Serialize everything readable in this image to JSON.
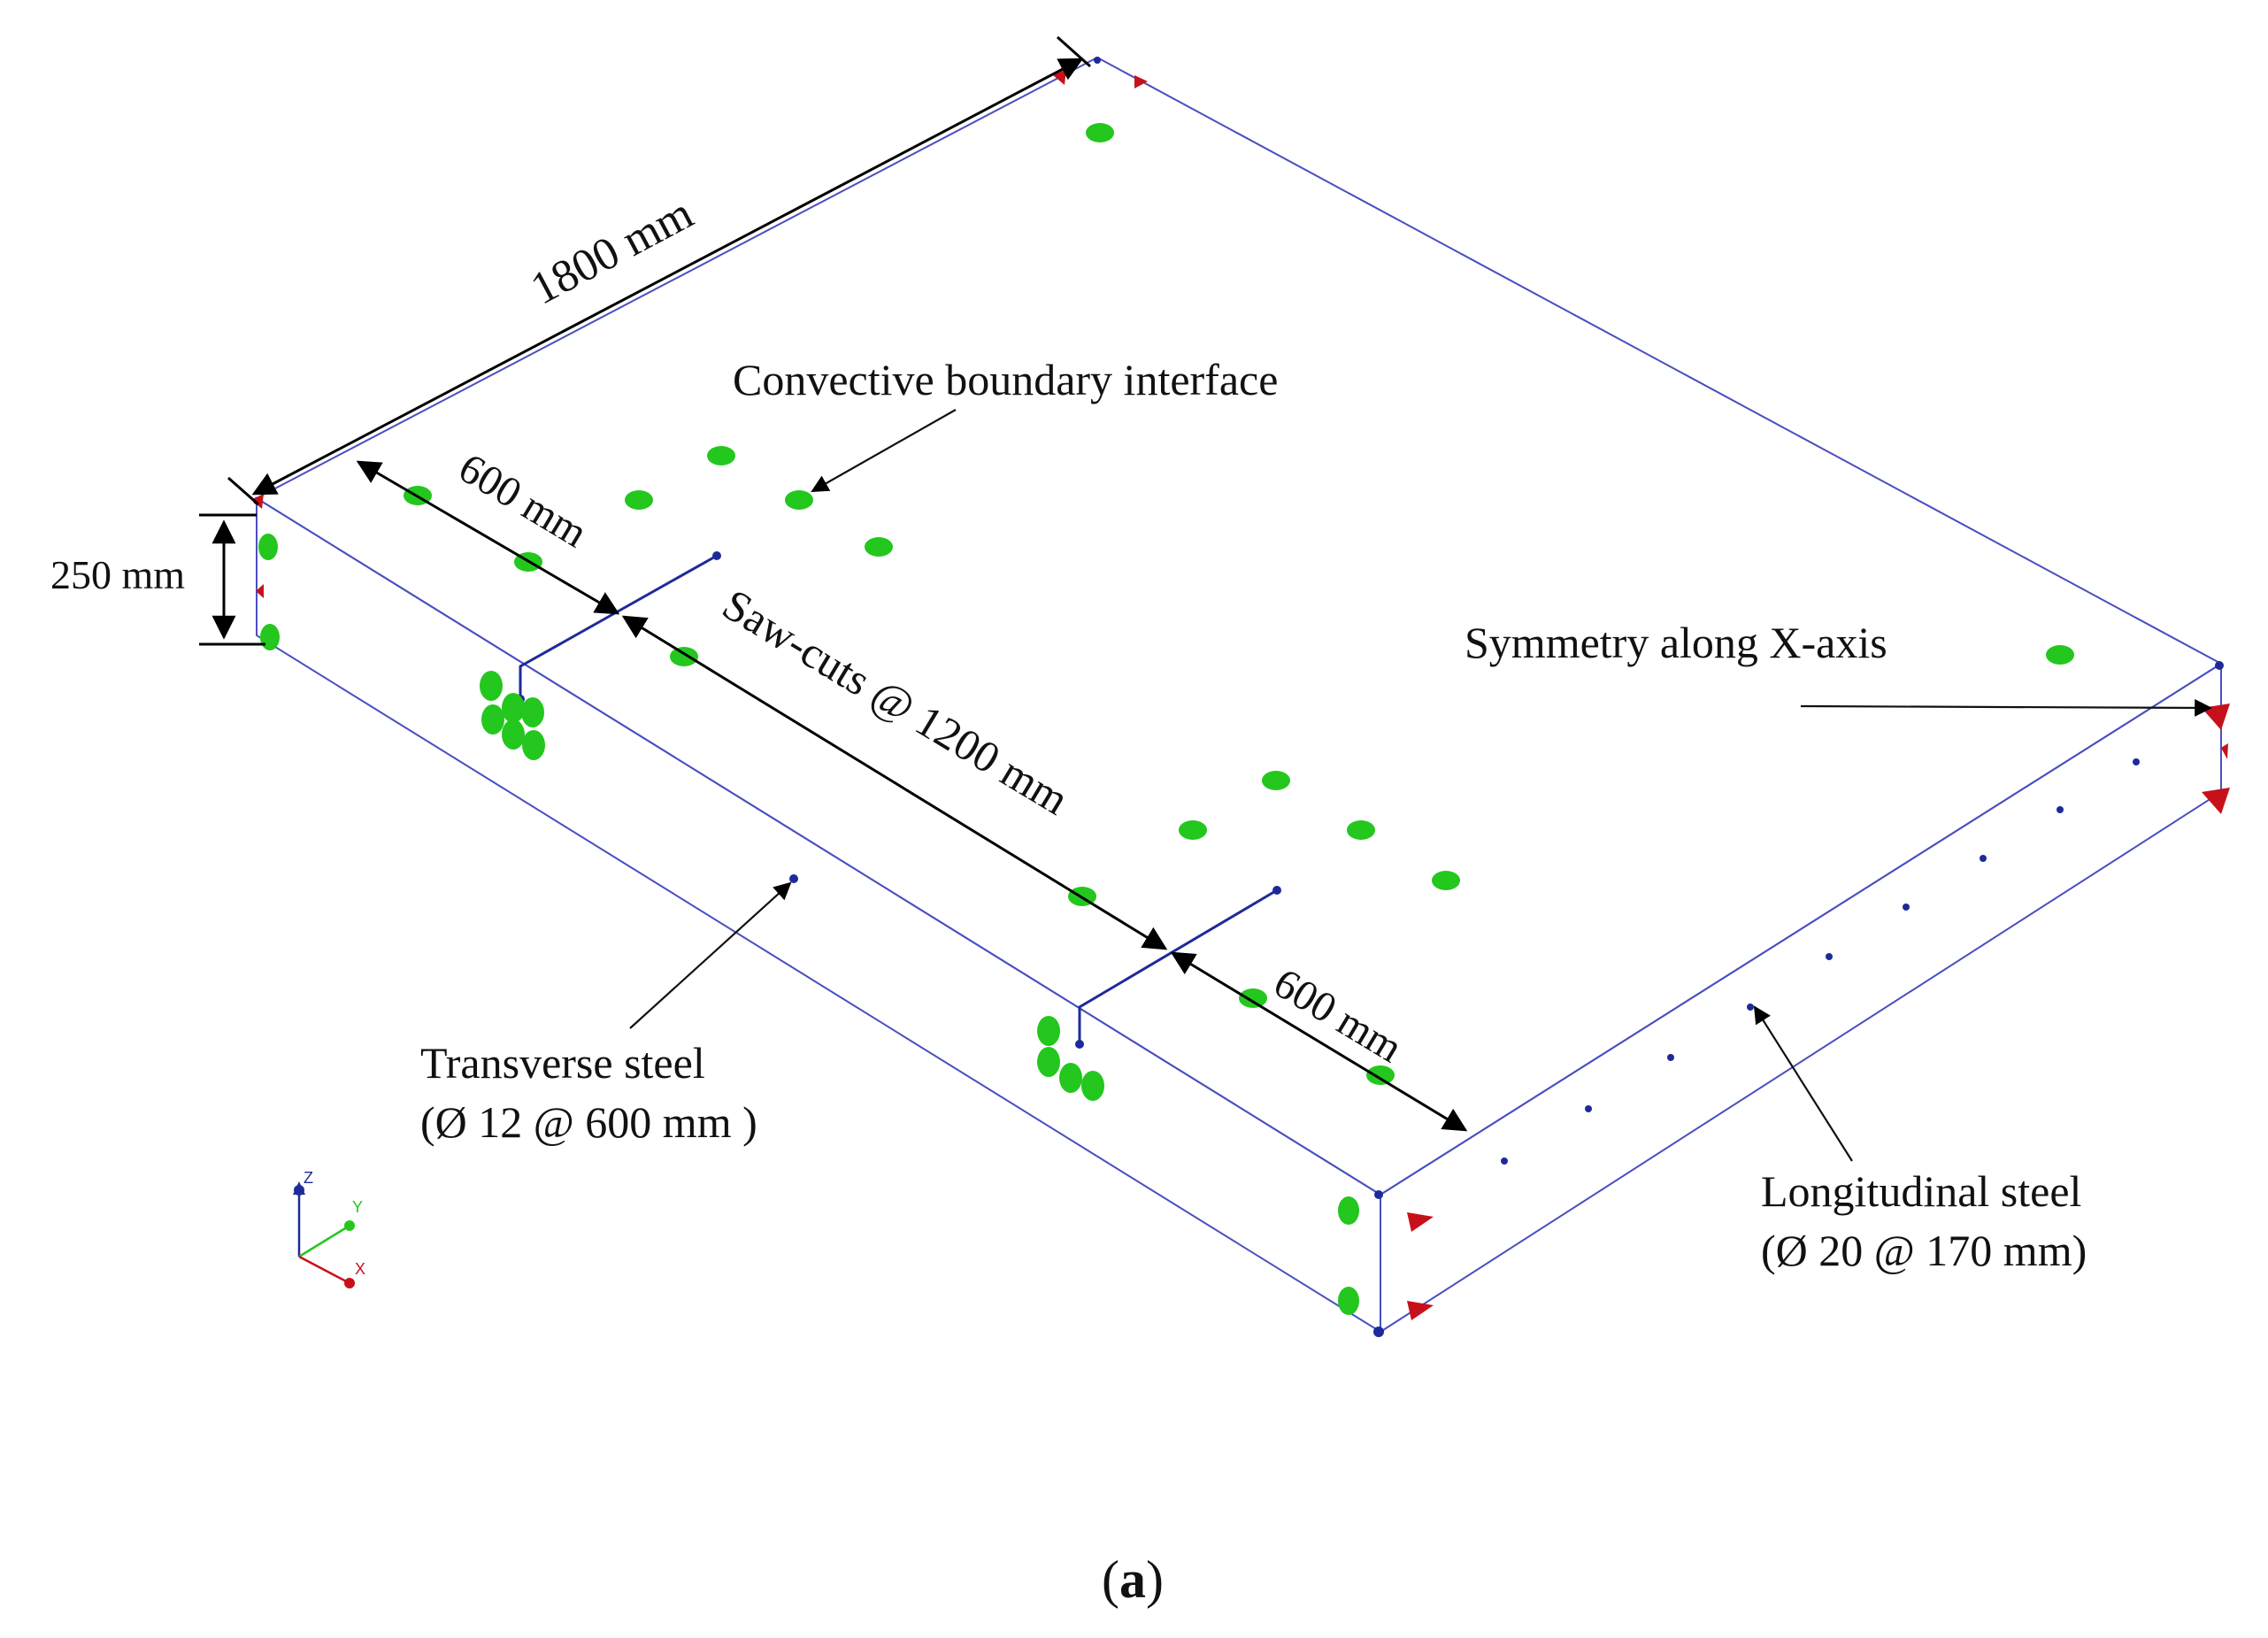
{
  "diagram": {
    "colors": {
      "slab_top": "#c9c9c9",
      "slab_front": "#c4c4c4",
      "slab_right": "#bebebe",
      "edge": "#4a4fc0",
      "node": "#23c71d",
      "steel": "#1e2a9a",
      "support": "#c7111a"
    },
    "labels": {
      "width": "1800 mm",
      "thickness": "250 mm",
      "span_left": "600 mm",
      "span_right": "600 mm",
      "sawcuts": "Saw-cuts @ 1200 mm",
      "convective": "Convective boundary interface",
      "symmetry": "Symmetry along X-axis",
      "transverse_line1": "Transverse steel",
      "transverse_line2": "(Ø 12 @ 600 mm )",
      "longitudinal_line1": "Longitudinal steel",
      "longitudinal_line2": "(Ø 20 @ 170 mm)",
      "caption_open": "(",
      "caption_letter": "a",
      "caption_close": ")"
    },
    "axes": {
      "z": "Z",
      "y": "Y",
      "x": "X"
    }
  }
}
